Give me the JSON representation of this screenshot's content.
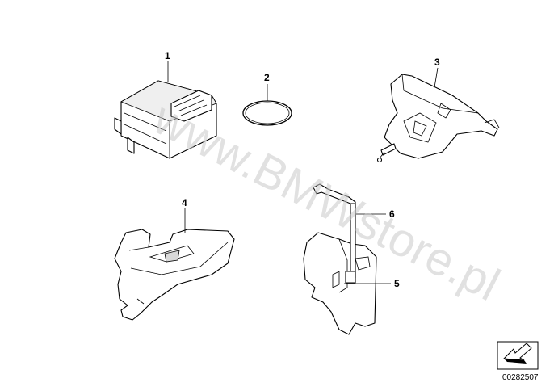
{
  "diagram": {
    "callouts": [
      {
        "num": "1",
        "part": "control-unit"
      },
      {
        "num": "2",
        "part": "o-ring"
      },
      {
        "num": "3",
        "part": "bracket"
      },
      {
        "num": "4",
        "part": "cover-left"
      },
      {
        "num": "5",
        "part": "cover-right"
      },
      {
        "num": "6",
        "part": "clip"
      }
    ],
    "watermark": "www.BMWstore.pl",
    "document_number": "00282507",
    "colors": {
      "line": "#000000",
      "background": "#ffffff",
      "watermark": "#c8c8c8"
    },
    "icons": [
      "arrow-icon"
    ]
  }
}
